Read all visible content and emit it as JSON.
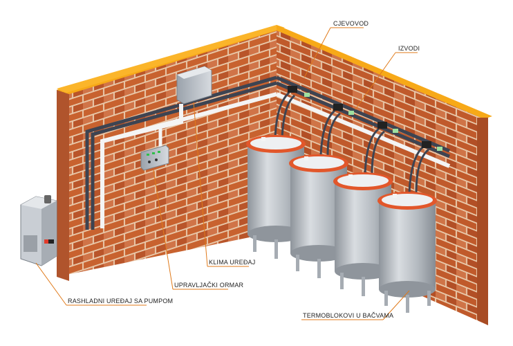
{
  "labels": {
    "cjevovod": "CJEVOVOD",
    "izvodi": "IZVODI",
    "klima_uredjaj": "KLIMA UREĐAJ",
    "upravljacki_ormar": "UPRAVLJAČKI ORMAR",
    "rashladni_uredjaj": "RASHLADNI UREĐAJ SA PUMPOM",
    "termoblokovi": "TERMOBLOKOVI U BAČVAMA"
  },
  "colors": {
    "wall_top": "#f7a918",
    "brick": "#c8622f",
    "brick_light": "#d98a5a",
    "mortar": "#e8c7a8",
    "tank_body": "#b9bec4",
    "tank_rim": "#e2572b",
    "pipe_dark": "#3d4452",
    "pipe_white": "#f4f4f4",
    "leader": "#e07a1a"
  }
}
